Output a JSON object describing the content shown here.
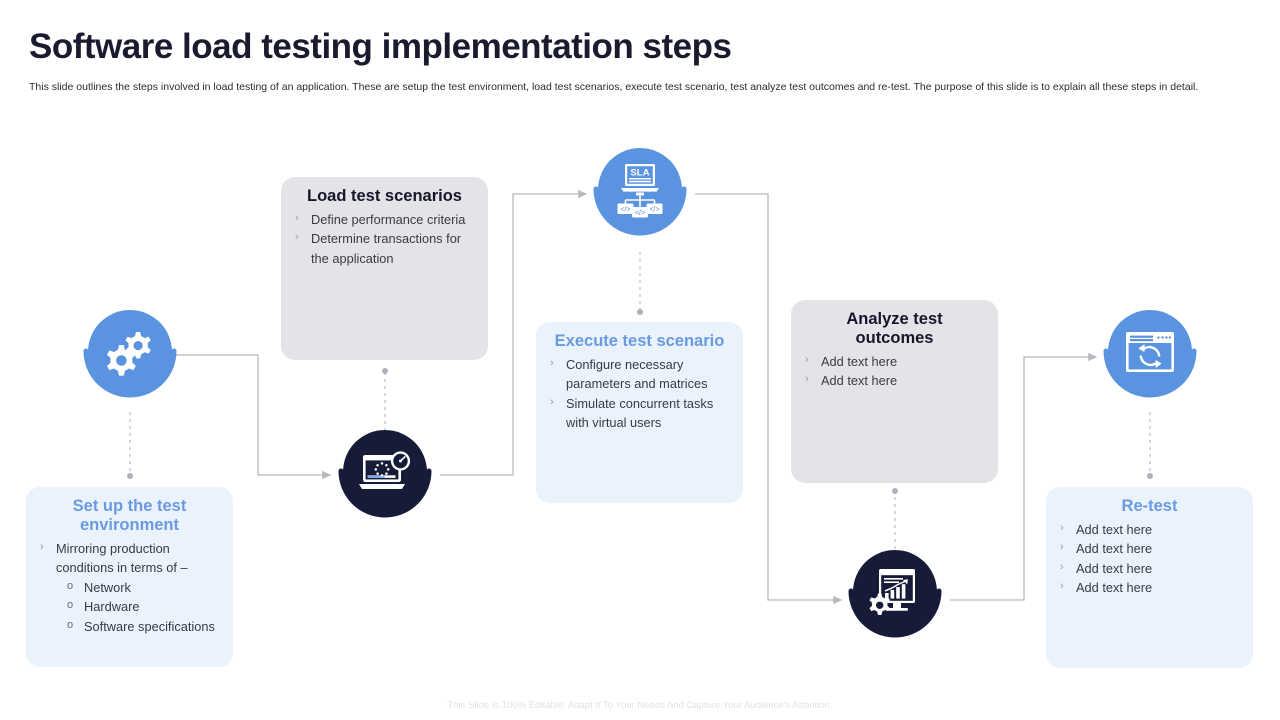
{
  "header": {
    "title": "Software load testing implementation steps",
    "subtitle": "This slide outlines the steps involved in load testing of an application. These are setup the test environment, load test scenarios, execute test scenario, test analyze test outcomes and re-test. The purpose of this slide is to explain all these steps in detail."
  },
  "footer": {
    "note": "This Slide Is 100% Editable. Adapt It To Your Needs And Capture Your Audience's Attention."
  },
  "colors": {
    "accent_blue": "#5a94e0",
    "heading_blue": "#6a9ae0",
    "navy": "#161b38",
    "card_gray": "#e4e4e8",
    "card_blue": "#eaf2fc",
    "connector": "#b8b8bf",
    "title_dark": "#1b1b2f"
  },
  "steps": [
    {
      "id": "setup",
      "title": "Set up the test environment",
      "card_style": "blue",
      "icon": "gears-icon",
      "icon_style": "blue",
      "bullets": [
        {
          "text": "Mirroring production conditions in terms of –",
          "sub": [
            "Network",
            "Hardware",
            "Software specifications"
          ]
        }
      ]
    },
    {
      "id": "load",
      "title": "Load test scenarios",
      "card_style": "gray",
      "icon": "laptop-loading-gauge-icon",
      "icon_style": "navy",
      "bullets": [
        {
          "text": "Define performance criteria",
          "sub": []
        },
        {
          "text": "Determine transactions for the application",
          "sub": []
        }
      ]
    },
    {
      "id": "execute",
      "title": "Execute test scenario",
      "card_style": "blue",
      "icon": "sla-code-network-icon",
      "icon_style": "blue",
      "bullets": [
        {
          "text": "Configure necessary parameters and matrices",
          "sub": []
        },
        {
          "text": "Simulate concurrent tasks with virtual users",
          "sub": []
        }
      ]
    },
    {
      "id": "analyze",
      "title": "Analyze test outcomes",
      "card_style": "gray",
      "icon": "analytics-monitor-gear-icon",
      "icon_style": "navy",
      "bullets": [
        {
          "text": "Add text here",
          "sub": []
        },
        {
          "text": "Add text here",
          "sub": []
        }
      ]
    },
    {
      "id": "retest",
      "title": "Re-test",
      "card_style": "blue",
      "icon": "browser-refresh-icon",
      "icon_style": "blue",
      "bullets": [
        {
          "text": "Add text here",
          "sub": []
        },
        {
          "text": "Add text here",
          "sub": []
        },
        {
          "text": "Add text here",
          "sub": []
        },
        {
          "text": "Add text here",
          "sub": []
        }
      ]
    }
  ],
  "bullet_glyphs": {
    "chevron": "›",
    "circle": "o"
  },
  "icon_labels": {
    "sla": "SLA",
    "code": "</>"
  }
}
